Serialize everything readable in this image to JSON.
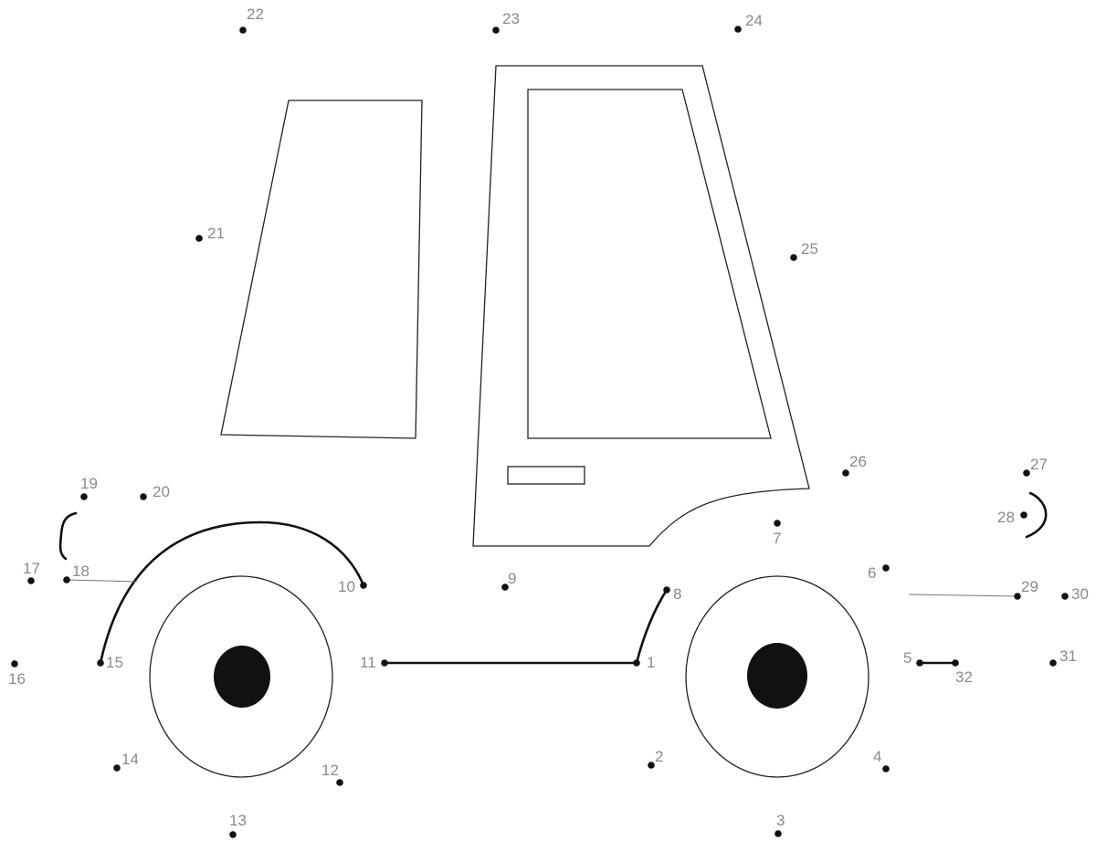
{
  "puzzle": {
    "dots": [
      {
        "label": "1"
      },
      {
        "label": "2"
      },
      {
        "label": "3"
      },
      {
        "label": "4"
      },
      {
        "label": "5"
      },
      {
        "label": "6"
      },
      {
        "label": "7"
      },
      {
        "label": "8"
      },
      {
        "label": "9"
      },
      {
        "label": "10"
      },
      {
        "label": "11"
      },
      {
        "label": "12"
      },
      {
        "label": "13"
      },
      {
        "label": "14"
      },
      {
        "label": "15"
      },
      {
        "label": "16"
      },
      {
        "label": "17"
      },
      {
        "label": "18"
      },
      {
        "label": "19"
      },
      {
        "label": "20"
      },
      {
        "label": "21"
      },
      {
        "label": "22"
      },
      {
        "label": "23"
      },
      {
        "label": "24"
      },
      {
        "label": "25"
      },
      {
        "label": "26"
      },
      {
        "label": "27"
      },
      {
        "label": "28"
      },
      {
        "label": "29"
      },
      {
        "label": "30"
      },
      {
        "label": "31"
      },
      {
        "label": "32"
      }
    ],
    "colors": {
      "line": "#222222",
      "dot": "#111111",
      "label": "#8a8a8a",
      "hubcap": "#111111",
      "background": "#ffffff"
    }
  }
}
